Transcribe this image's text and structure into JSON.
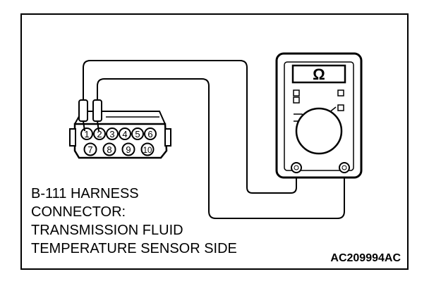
{
  "meter": {
    "unit_symbol": "Ω"
  },
  "connector": {
    "top_row_pins": [
      "1",
      "2",
      "3",
      "4",
      "5",
      "6"
    ],
    "bottom_row_pins": [
      "7",
      "8",
      "9",
      "10"
    ]
  },
  "caption": {
    "lines": [
      "B-111 HARNESS",
      "CONNECTOR:",
      "TRANSMISSION FLUID",
      "TEMPERATURE SENSOR SIDE"
    ]
  },
  "figure_id": "AC209994AC",
  "colors": {
    "line": "#000000",
    "background": "#ffffff"
  }
}
